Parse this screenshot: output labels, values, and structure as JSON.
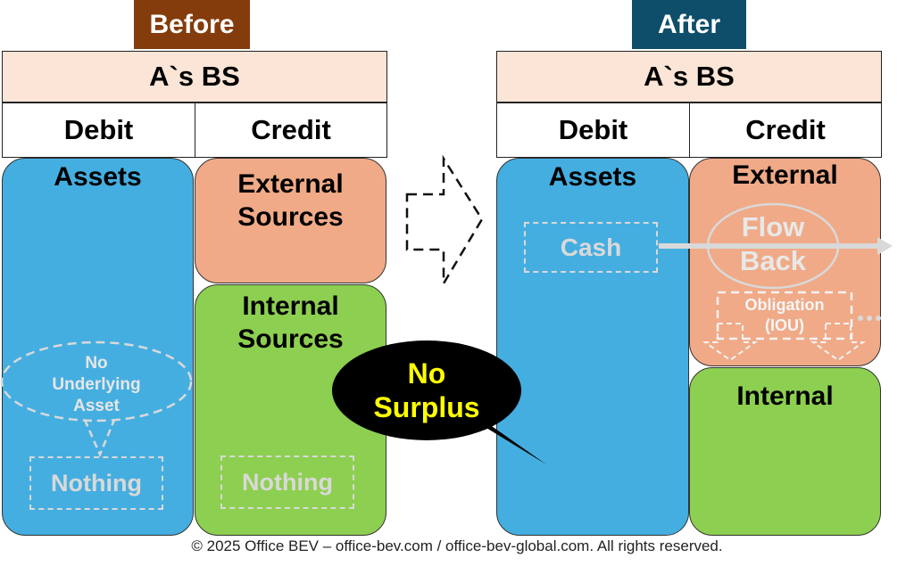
{
  "before": {
    "tag": "Before",
    "bs_title": "A`s BS",
    "debit": "Debit",
    "credit": "Credit",
    "assets": "Assets",
    "external_line1": "External",
    "external_line2": "Sources",
    "internal_line1": "Internal",
    "internal_line2": "Sources",
    "bubble_line1": "No",
    "bubble_line2": "Underlying",
    "bubble_line3": "Asset",
    "nothing_assets": "Nothing",
    "nothing_internal": "Nothing"
  },
  "callout": {
    "line1": "No",
    "line2": "Surplus"
  },
  "after": {
    "tag": "After",
    "bs_title": "A`s BS",
    "debit": "Debit",
    "credit": "Credit",
    "assets": "Assets",
    "cash": "Cash",
    "external": "External",
    "flow_line1": "Flow",
    "flow_line2": "Back",
    "obligation_line1": "Obligation",
    "obligation_line2": "(IOU)",
    "internal": "Internal"
  },
  "footer": "© 2025 Office BEV – office-bev.com / office-bev-global.com. All rights reserved.",
  "colors": {
    "before_tag": "#843C0C",
    "after_tag": "#0E4E6A",
    "header_fill": "#FBE5D6",
    "assets": "#45AEE0",
    "external": "#F0AA87",
    "internal": "#8DCF50",
    "callout_text": "#FFFF00"
  }
}
